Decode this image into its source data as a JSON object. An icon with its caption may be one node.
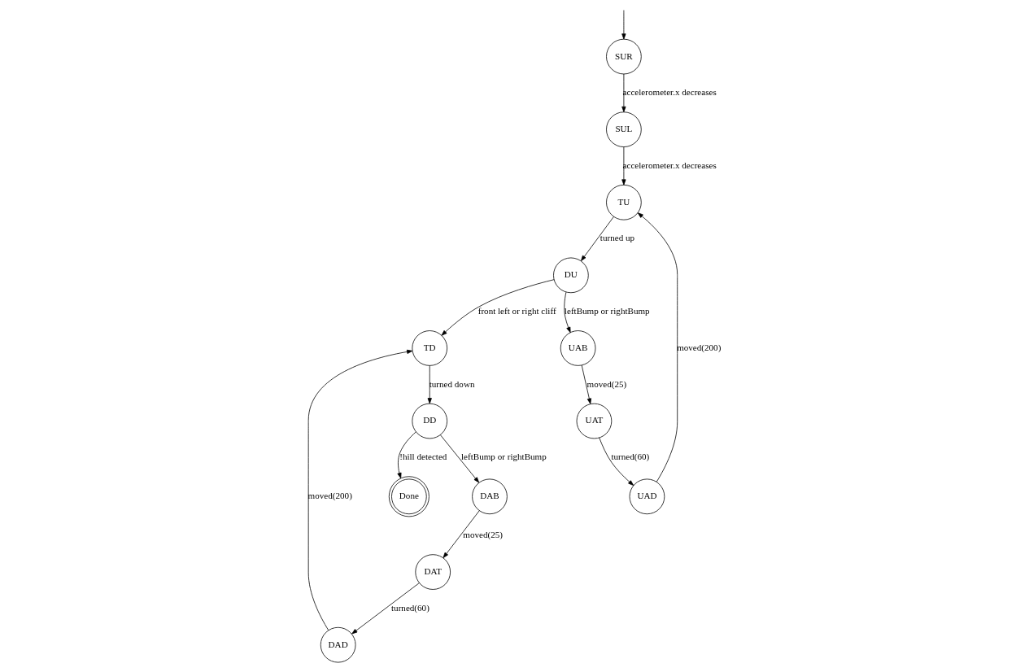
{
  "diagram": {
    "nodes": [
      {
        "text": [
          "SUR"
        ]
      },
      {
        "text": [
          "SUL"
        ]
      },
      {
        "text": [
          "TU"
        ]
      },
      {
        "text": [
          "UAD"
        ]
      },
      {
        "text": [
          "DU"
        ]
      },
      {
        "text": [
          "UAB"
        ]
      },
      {
        "text": [
          "UAT"
        ]
      },
      {
        "text": [
          "Done"
        ]
      },
      {
        "text": [
          "DD"
        ]
      },
      {
        "text": [
          "DAB"
        ]
      },
      {
        "text": [
          "TD"
        ]
      },
      {
        "text": [
          "DAD"
        ]
      },
      {
        "text": [
          "DAT"
        ]
      }
    ],
    "edges": [
      {
        "from": null,
        "to": 0,
        "arrow": "to"
      },
      {
        "from": 0,
        "to": 1,
        "arrow": "to",
        "label": "accelerometer.x decreases"
      },
      {
        "from": 1,
        "to": 2,
        "arrow": "to",
        "label": "accelerometer.x decreases"
      },
      {
        "from": 3,
        "to": 2,
        "arrow": "to",
        "label": "moved(200)"
      },
      {
        "from": 2,
        "to": 4,
        "arrow": "to",
        "label": "turned up"
      },
      {
        "from": 4,
        "to": 10,
        "arrow": "to",
        "label": "front left or right cliff"
      },
      {
        "from": 4,
        "to": 5,
        "arrow": "to",
        "label": "leftBump or rightBump"
      },
      {
        "from": 5,
        "to": 6,
        "arrow": "to",
        "label": "moved(25)"
      },
      {
        "from": 6,
        "to": 3,
        "arrow": "to",
        "label": "turned(60)"
      },
      {
        "from": 10,
        "to": 8,
        "arrow": "to",
        "label": "turned down"
      },
      {
        "from": 8,
        "to": 7,
        "arrow": "to",
        "label": "!hill detected"
      },
      {
        "from": 8,
        "to": 9,
        "arrow": "to",
        "label": "leftBump or rightBump"
      },
      {
        "from": 9,
        "to": 12,
        "arrow": "to",
        "label": "moved(25)"
      },
      {
        "from": 12,
        "to": 11,
        "arrow": "to",
        "label": "turned(60)"
      },
      {
        "from": 11,
        "to": 10,
        "arrow": "to",
        "label": "moved(200)"
      }
    ]
  }
}
